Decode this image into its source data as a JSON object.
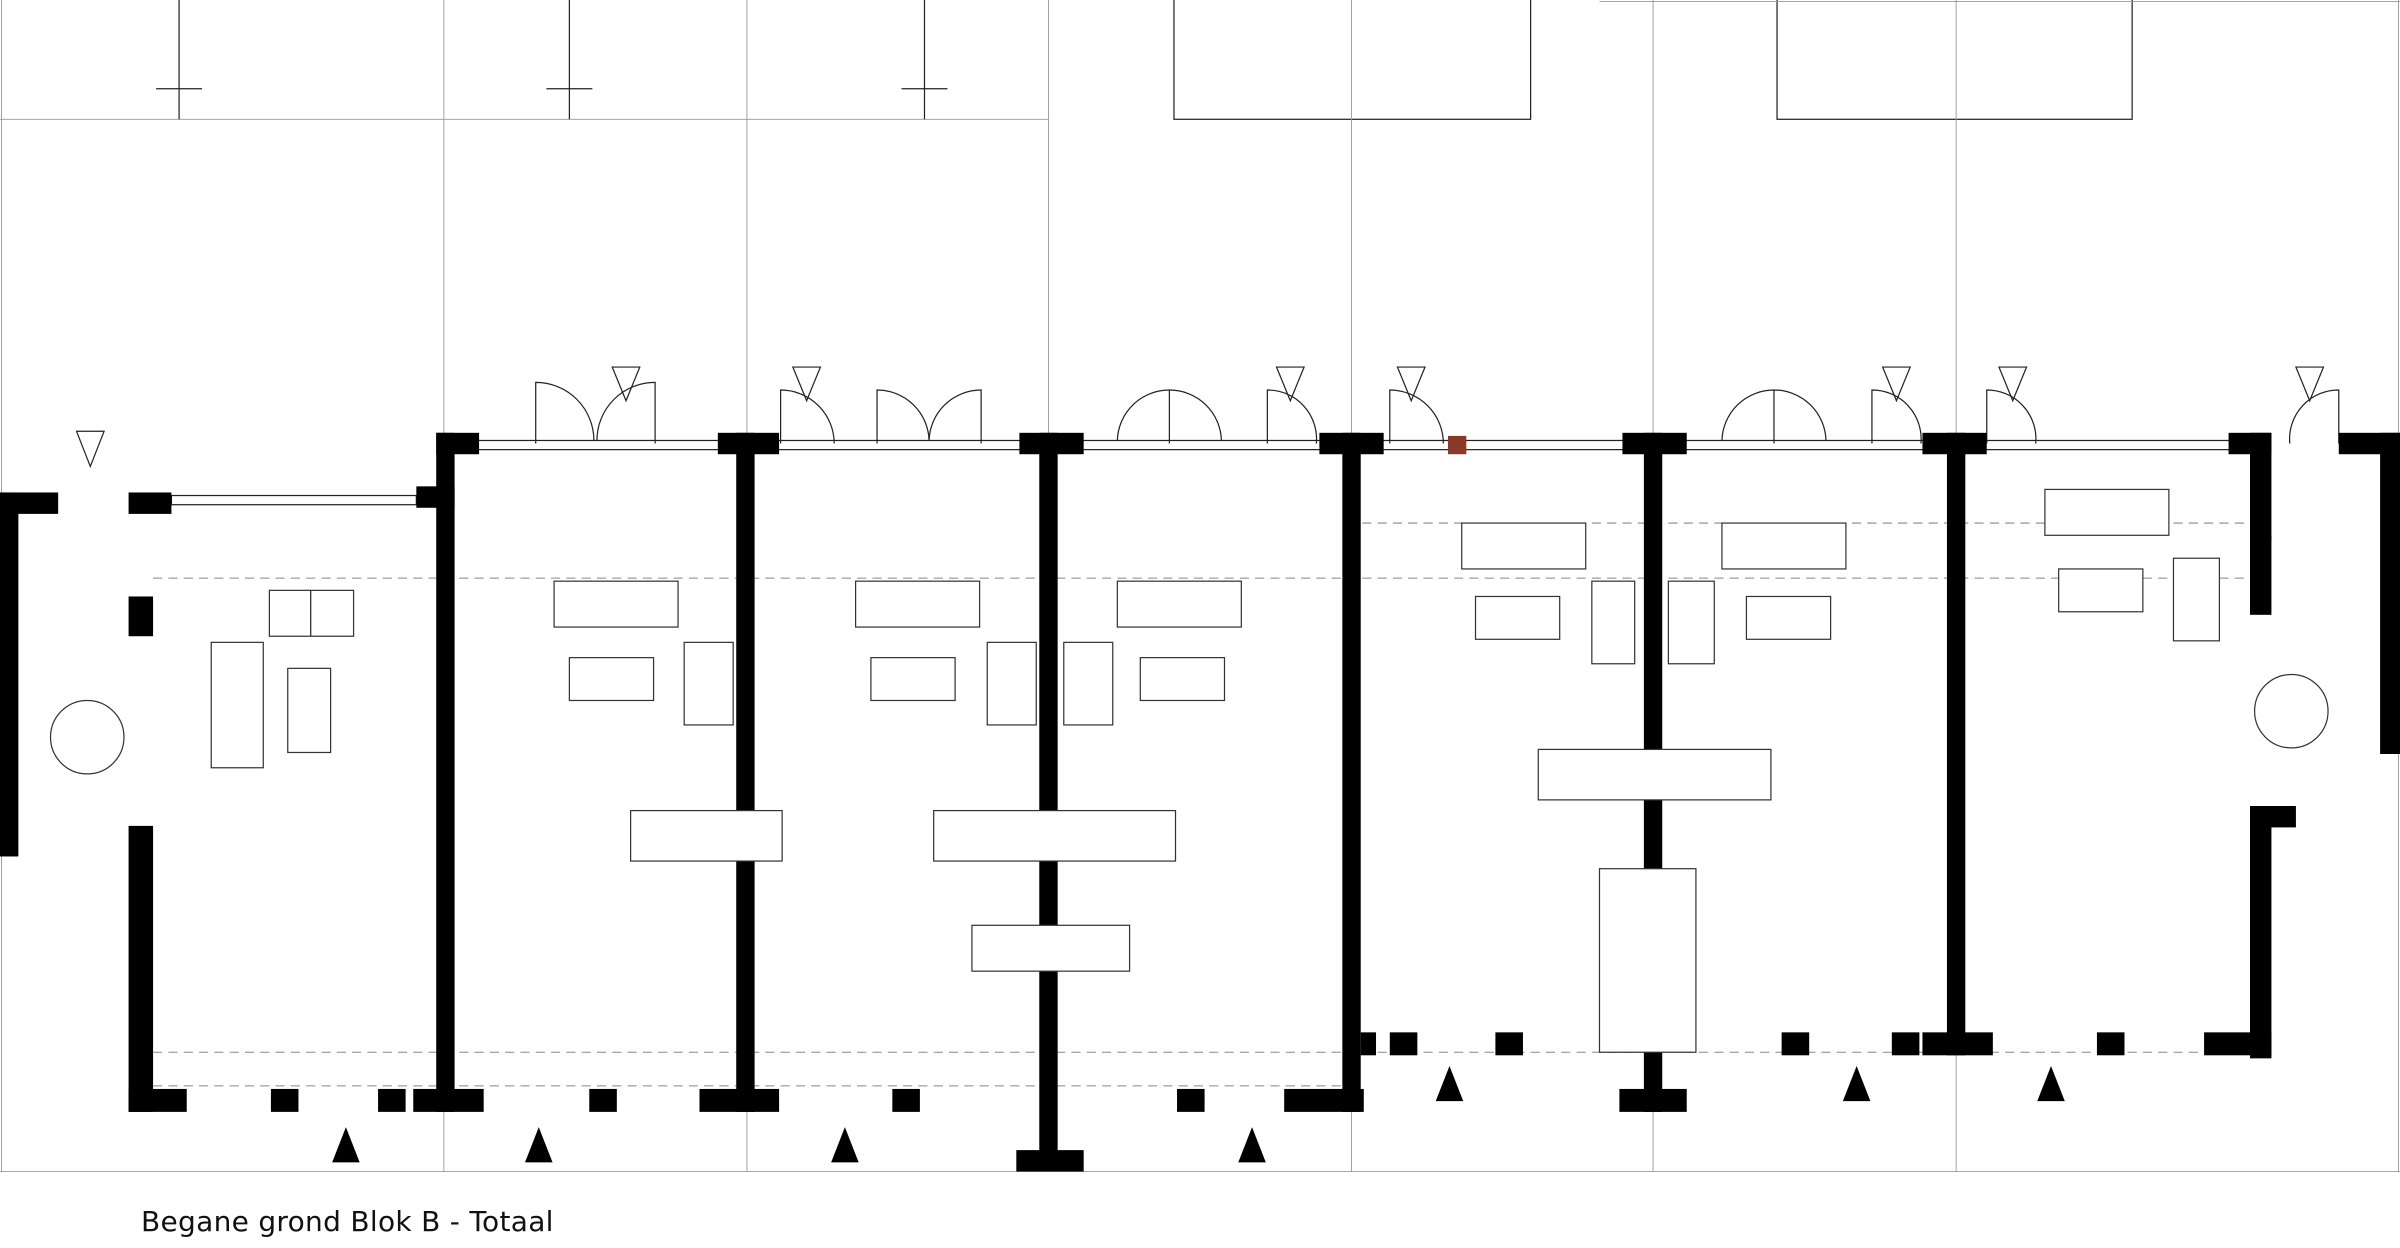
{
  "drawing": {
    "caption": "Begane grond Blok B - Totaal",
    "unit_count": 7,
    "entrance_count": 7
  }
}
